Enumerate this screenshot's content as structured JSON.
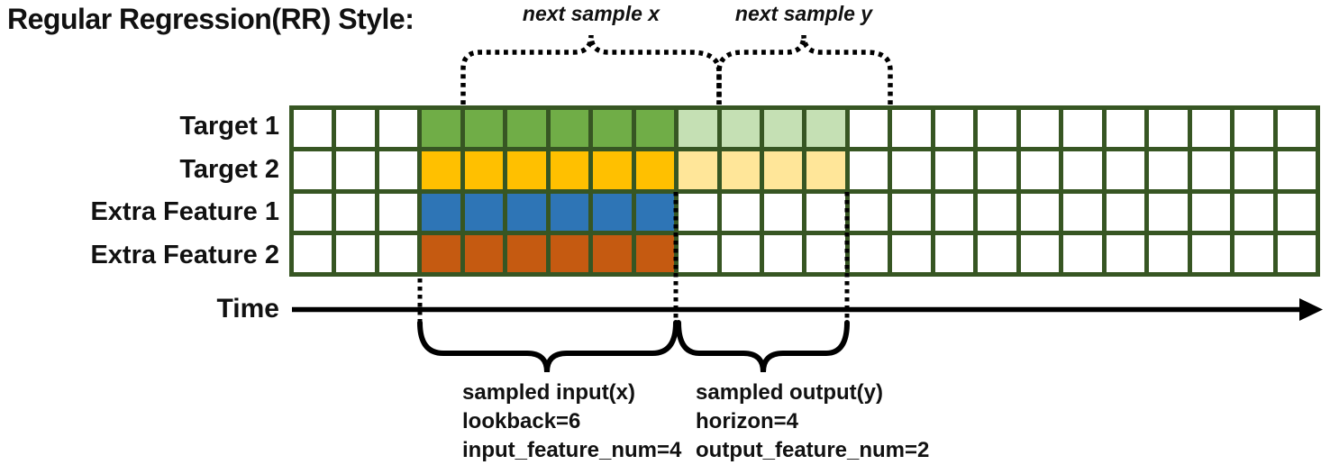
{
  "title": "Regular Regression(RR) Style:",
  "annotations": {
    "next_sample_x": "next sample x",
    "next_sample_y": "next sample y",
    "time_label": "Time",
    "input_lines": [
      "sampled input(x)",
      "lookback=6",
      "input_feature_num=4"
    ],
    "output_lines": [
      "sampled output(y)",
      "horizon=4",
      "output_feature_num=2"
    ]
  },
  "grid": {
    "num_cols": 24,
    "num_rows": 4,
    "input_start_col": 3,
    "lookback": 6,
    "horizon": 4,
    "rows": [
      {
        "label": "Target 1",
        "role": "target",
        "input_color": "green",
        "output_color": "light_green"
      },
      {
        "label": "Target 2",
        "role": "target",
        "input_color": "gold",
        "output_color": "light_gold"
      },
      {
        "label": "Extra Feature 1",
        "role": "extra_feature",
        "input_color": "blue",
        "output_color": null
      },
      {
        "label": "Extra Feature 2",
        "role": "extra_feature",
        "input_color": "orange",
        "output_color": null
      }
    ]
  },
  "colors": {
    "grid_line": "#375623",
    "green": "#70AD47",
    "light_green": "#C5E0B4",
    "gold": "#FFC000",
    "light_gold": "#FFE699",
    "blue": "#2E75B6",
    "orange": "#C55A11",
    "empty_cell": "#FFFFFF",
    "annotation": "#000000"
  }
}
